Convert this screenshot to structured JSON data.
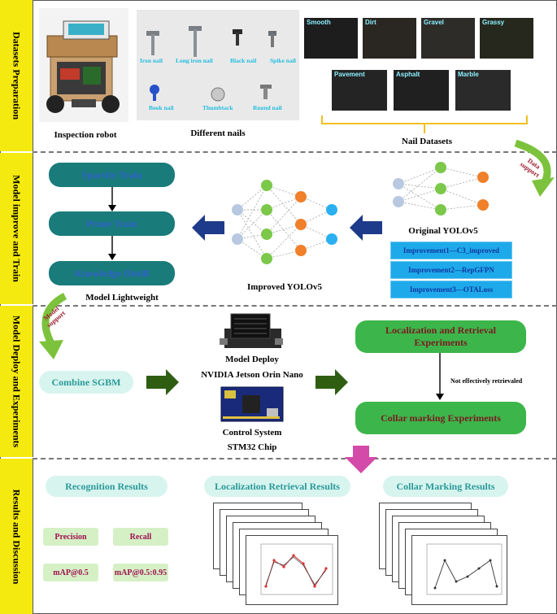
{
  "sections": {
    "s1": "Datasets Preparation",
    "s2": "Model improve and Train",
    "s3": "Model Deploy and Experiments",
    "s4": "Results and Discussion"
  },
  "dataset": {
    "inspection_robot": "Inspection robot",
    "different_nails": "Different nails",
    "nail_datasets": "Nail Datasets",
    "nails": [
      "Iron nail",
      "Long iron nail",
      "Black nail",
      "Spike nail",
      "Book nail",
      "Thumbtack",
      "Round nail"
    ],
    "surfaces": [
      "Smooth",
      "Dirt",
      "Gravel",
      "Grassy",
      "Pavement",
      "Asphalt",
      "Marble"
    ]
  },
  "train": {
    "sparsity": "Sparsity Train",
    "prune": "Prune Train",
    "distill": "Knowledge Distill",
    "lightweight": "Model Lightweight",
    "improved": "Improved YOLOv5",
    "original": "Original YOLOv5",
    "improvements": [
      "Improvement1—C3_improved",
      "Improvement2—RepGFPN",
      "Improvement3—OTALoss"
    ],
    "data_support": "Data support",
    "model_support": "Model support"
  },
  "deploy": {
    "combine": "Combine SGBM",
    "model_deploy": "Model Deploy",
    "jetson": "NVIDIA Jetson Orin Nano",
    "control": "Control System",
    "stm32": "STM32 Chip",
    "localization": "Localization and Retrieval Experiments",
    "not_retrieved": "Not effectively retrievaled",
    "collar": "Collar marking Experiments"
  },
  "results": {
    "recognition": "Recognition Results",
    "localization": "Localization Retrieval Results",
    "collar": "Collar Marking Results",
    "metrics": [
      "Precision",
      "Recall",
      "mAP@0.5",
      "mAP@0.5:0.95"
    ]
  },
  "colors": {
    "section_bar": "#f5ea10",
    "teal_button": "#1a7b7b",
    "green_button": "#3cb64a",
    "arrow_dark_blue": "#1e3a8a",
    "arrow_dark_green": "#2f5e12",
    "arrow_magenta": "#d44aa8"
  }
}
